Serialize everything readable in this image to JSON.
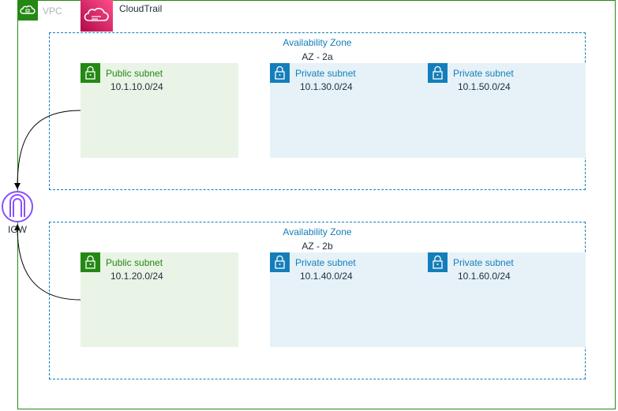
{
  "vpc": {
    "label": "VPC"
  },
  "cloudtrail": {
    "label": "CloudTrail"
  },
  "igw": {
    "label": "IGW"
  },
  "zones": [
    {
      "title": "Availability Zone",
      "name": "AZ - 2a",
      "subnets": [
        {
          "label": "Public subnet",
          "cidr": "10.1.10.0/24"
        },
        {
          "label": "Private subnet",
          "cidr": "10.1.30.0/24"
        },
        {
          "label": "Private subnet",
          "cidr": "10.1.50.0/24"
        }
      ]
    },
    {
      "title": "Availability Zone",
      "name": "AZ - 2b",
      "subnets": [
        {
          "label": "Public subnet",
          "cidr": "10.1.20.0/24"
        },
        {
          "label": "Private subnet",
          "cidr": "10.1.40.0/24"
        },
        {
          "label": "Private subnet",
          "cidr": "10.1.60.0/24"
        }
      ]
    }
  ],
  "colors": {
    "vpc": "#248814",
    "public": "#248814",
    "private": "#147EBA",
    "igw": "#8C4FFF",
    "cloudtrail": "#E7157B"
  }
}
